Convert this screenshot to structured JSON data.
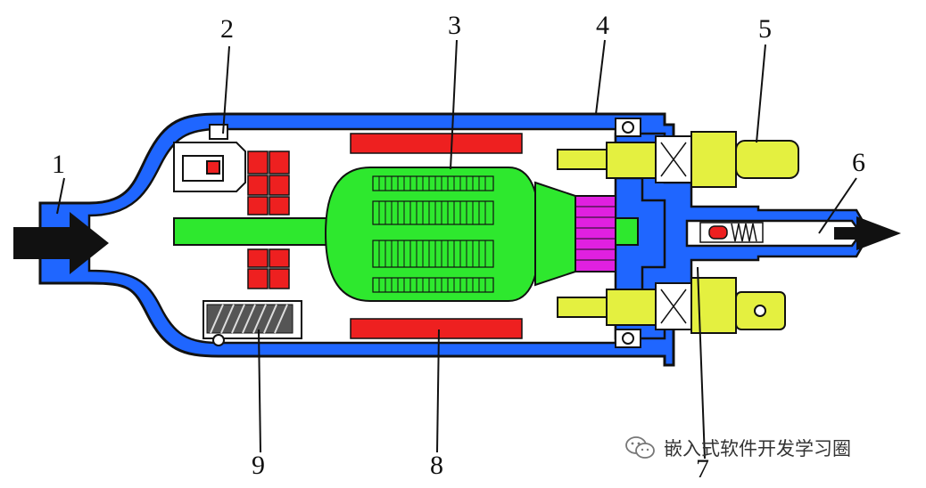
{
  "figure": {
    "colors": {
      "housing": "#1f66ff",
      "outline": "#111111",
      "magnet": "#ee2020",
      "rotor": "#2ee82e",
      "commutator": "#e020e0",
      "connector": "#e4f040",
      "arrow": "#111111"
    },
    "callouts": [
      {
        "id": "1",
        "text": "1"
      },
      {
        "id": "2",
        "text": "2"
      },
      {
        "id": "3",
        "text": "3"
      },
      {
        "id": "4",
        "text": "4"
      },
      {
        "id": "5",
        "text": "5"
      },
      {
        "id": "6",
        "text": "6"
      },
      {
        "id": "7",
        "text": "7"
      },
      {
        "id": "8",
        "text": "8"
      },
      {
        "id": "9",
        "text": "9"
      }
    ],
    "watermark": {
      "icon": "wechat-icon",
      "text": "嵌入式软件开发学习圈"
    }
  }
}
